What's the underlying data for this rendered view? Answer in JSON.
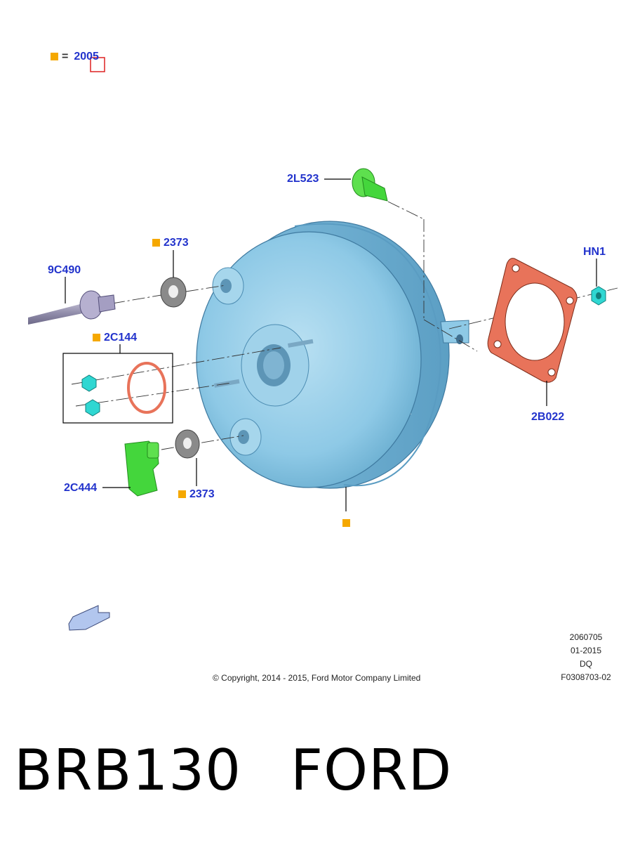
{
  "legend": {
    "equals": "=",
    "code": "2005"
  },
  "labels": {
    "clip_top": "2L523",
    "washer_top": "2373",
    "vacuum_hose": "9C490",
    "nut_kit": "2C144",
    "hex_nut": "HN1",
    "gasket": "2B022",
    "sensor": "2C444",
    "washer_bottom": "2373"
  },
  "copyright": "© Copyright, 2014 - 2015, Ford Motor Company Limited",
  "reference": {
    "line1": "2060705",
    "line2": "01-2015",
    "line3": "DQ",
    "line4": "F0308703-02"
  },
  "footer": {
    "part_number": "BRB130",
    "brand": "FORD"
  },
  "colors": {
    "label_blue": "#2233cc",
    "marker_orange": "#f5a800",
    "booster_blue": "#8ec9e6",
    "gasket_red": "#e8735a",
    "clip_green": "#44d63c",
    "nut_cyan": "#2fd7d2"
  }
}
